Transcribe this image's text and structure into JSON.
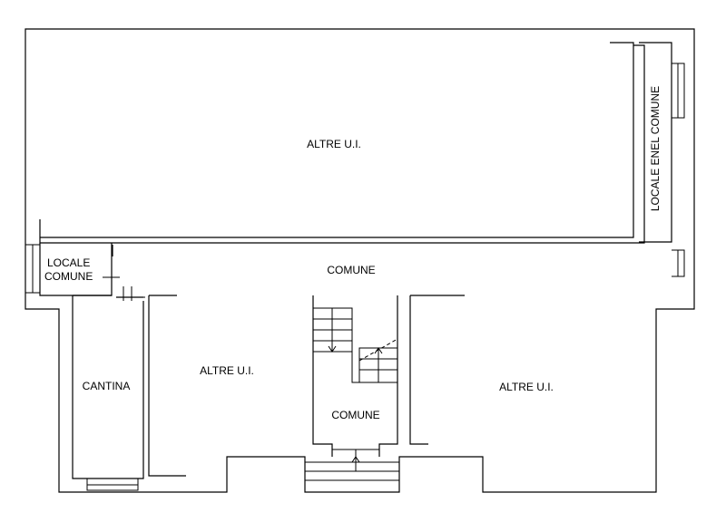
{
  "rooms": {
    "altre_top": "ALTRE U.I.",
    "locale_enel": "LOCALE ENEL COMUNE",
    "locale_comune_line1": "LOCALE",
    "locale_comune_line2": "COMUNE",
    "comune_corridor": "COMUNE",
    "cantina": "CANTINA",
    "altre_left": "ALTRE U.I.",
    "comune_stair": "COMUNE",
    "altre_right": "ALTRE U.I."
  }
}
